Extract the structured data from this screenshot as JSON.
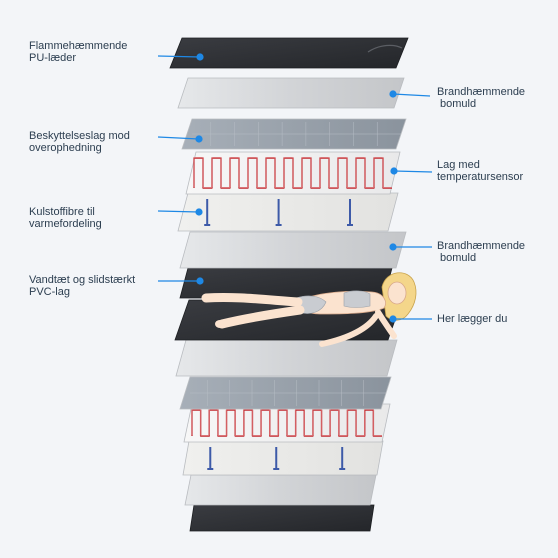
{
  "colors": {
    "accent": "#1e88e5",
    "leather": "#2f3136",
    "cotton": "#d6d8db",
    "protection": "#9aa3ad",
    "heater_wire": "#c0262c",
    "fiber": "#3d5aa8",
    "background": "#f3f5f8"
  },
  "labels": {
    "pu_leather": {
      "line1": "Flammehæmmende",
      "line2": "PU-læder"
    },
    "cotton_top": {
      "line1": "Brandhæmmende",
      "line2": "bomuld"
    },
    "overheat": {
      "line1": "Beskyttelseslag mod",
      "line2": "overophedning"
    },
    "sensor": {
      "line1": "Lag med",
      "line2": "temperatursensor"
    },
    "carbon": {
      "line1": "Kulstoffibre til",
      "line2": "varmefordeling"
    },
    "cotton_mid": {
      "line1": "Brandhæmmende",
      "line2": "bomuld"
    },
    "pvc": {
      "line1": "Vandtæt og slidstærkt",
      "line2": "PVC-lag"
    },
    "you": {
      "line1": "Her lægger du"
    }
  },
  "layers": [
    {
      "kind": "leather",
      "name": "pu-leather-layer"
    },
    {
      "kind": "cotton",
      "name": "cotton-layer-top"
    },
    {
      "kind": "protection",
      "name": "overheat-protection-layer"
    },
    {
      "kind": "heater",
      "name": "temperature-sensor-layer"
    },
    {
      "kind": "fiber",
      "name": "carbon-fiber-layer"
    },
    {
      "kind": "cotton",
      "name": "cotton-layer-mid"
    },
    {
      "kind": "leather",
      "name": "pvc-layer"
    },
    {
      "kind": "leather",
      "name": "lying-surface-layer"
    },
    {
      "kind": "cotton",
      "name": "cotton-layer-lower"
    },
    {
      "kind": "protection",
      "name": "protection-layer-lower"
    },
    {
      "kind": "heater",
      "name": "heater-layer-lower"
    },
    {
      "kind": "fiber",
      "name": "fiber-layer-lower"
    },
    {
      "kind": "cotton",
      "name": "cotton-layer-bottom"
    },
    {
      "kind": "leather",
      "name": "base-layer-bottom"
    }
  ]
}
